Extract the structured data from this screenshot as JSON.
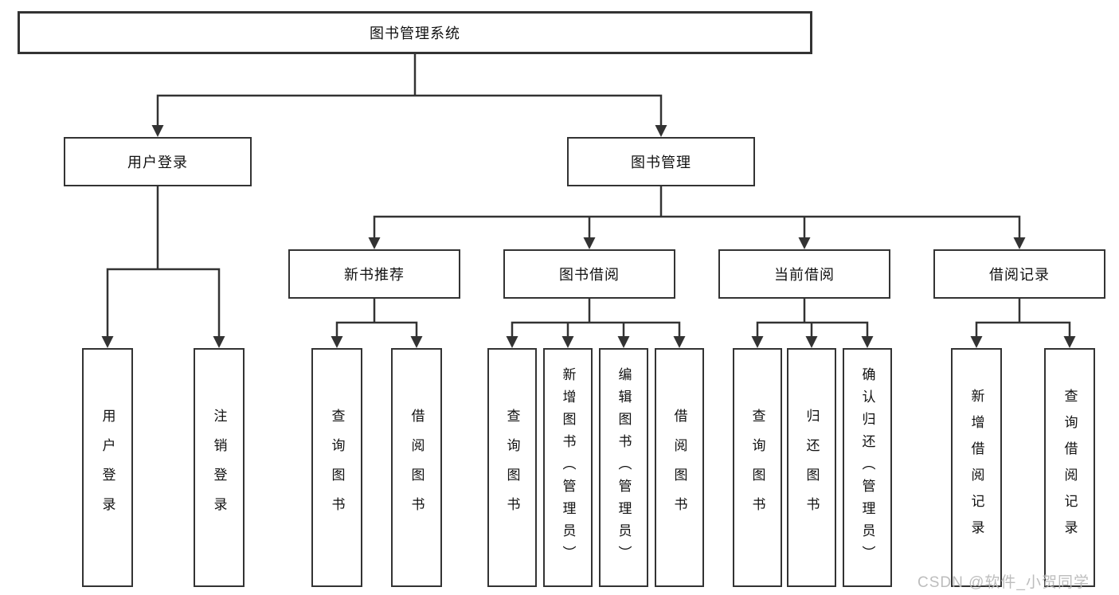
{
  "colors": {
    "line": "#333333",
    "box_border": "#333333",
    "box_fill": "#ffffff",
    "text": "#111111",
    "watermark": "#b9b9b9"
  },
  "tree": {
    "label": "图书管理系统",
    "children": [
      {
        "label": "用户登录",
        "children": [
          {
            "label": "用户登录"
          },
          {
            "label": "注销登录"
          }
        ]
      },
      {
        "label": "图书管理",
        "children": [
          {
            "label": "新书推荐",
            "children": [
              {
                "label": "查询图书"
              },
              {
                "label": "借阅图书"
              }
            ]
          },
          {
            "label": "图书借阅",
            "children": [
              {
                "label": "查询图书"
              },
              {
                "label": "新增图书（管理员）"
              },
              {
                "label": "编辑图书（管理员）"
              },
              {
                "label": "借阅图书"
              }
            ]
          },
          {
            "label": "当前借阅",
            "children": [
              {
                "label": "查询图书"
              },
              {
                "label": "归还图书"
              },
              {
                "label": "确认归还（管理员）"
              }
            ]
          },
          {
            "label": "借阅记录",
            "children": [
              {
                "label": "新增借阅记录"
              },
              {
                "label": "查询借阅记录"
              }
            ]
          }
        ]
      }
    ]
  },
  "watermark": {
    "text": "CSDN @软件_小贺同学"
  }
}
